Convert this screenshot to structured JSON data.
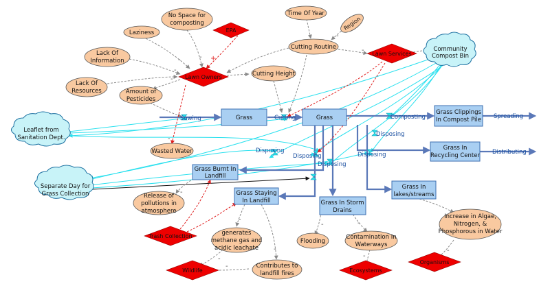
{
  "nodes": {
    "laziness": "Laziness",
    "no_space": [
      "No Space for",
      "composting"
    ],
    "epa": "EPA",
    "time_of_year": "Time Of Year",
    "region": "Region",
    "lack_info": [
      "Lack Of",
      "Information"
    ],
    "cutting_routine": "Cutting Routine",
    "lawn_services": "Lawn Services",
    "community_compost_bin": [
      "Community",
      "Compost Bin"
    ],
    "lawn_owners": "Lawn Owners",
    "lack_resources": [
      "Lack Of",
      "Resources"
    ],
    "amount_pesticides": [
      "Amount of",
      "Pesticides"
    ],
    "cutting_height": "Cutting Height",
    "leaflet": [
      "Leaflet from",
      "Sanitation Dept."
    ],
    "grass1": "Grass",
    "grass2": "Grass",
    "grass_clippings": [
      "Grass Clippings",
      "In Compost Pile"
    ],
    "grass_recycling": [
      "Grass In",
      "Recycling Center"
    ],
    "wasted_water": "Wasted Water",
    "grass_burnt": [
      "Grass Burnt In",
      "Landfill"
    ],
    "separate_day": [
      "Separate Day for",
      "Grass Collection"
    ],
    "grass_staying": [
      "Grass Staying",
      "In Landfill"
    ],
    "grass_storm": [
      "Grass In Storm",
      "Drains"
    ],
    "grass_lakes": [
      "Grass In",
      "lakes/streams"
    ],
    "release_pollutions": [
      "Release of",
      "pollutions in",
      "atmosphere"
    ],
    "trash_collection": "Trash Collection",
    "methane": [
      "generates",
      "methane gas and",
      "acidic leachate"
    ],
    "flooding": "Flooding",
    "contamination": [
      "Contamination In",
      "Waterways"
    ],
    "increase_algae": [
      "Increase in Algae,",
      "Nitrogen, &",
      "Phosphorous in Water"
    ],
    "wildlife": "Wildlife",
    "landfill_fires": [
      "Contributes to",
      "landfill fires"
    ],
    "ecosystems": "Ecosystems",
    "organisms": "Organisms"
  },
  "flows": {
    "sowing": "Sowing",
    "cutting": "Cutting",
    "composting": "Composting",
    "spreading": "Spreading",
    "distributing": "Distributing",
    "disposing_a": "Disposing",
    "disposing_b": "Disposing",
    "disposing_c": "Disposing",
    "disposing_d": "Disposing",
    "disposing_e": "Disposing"
  },
  "signs": {
    "minus": "-",
    "plus": "+"
  },
  "colors": {
    "stock_fill": "#a9cff2",
    "stock_border": "#3d6fb0",
    "flow_pipe": "#5a78b8",
    "aux_fill": "#f9c9a0",
    "aux_border": "#555555",
    "diamond_fill": "#ee0000",
    "cloud_fill": "#c8f3f8",
    "cloud_border": "#1a6fa0",
    "dashed_gray": "#8a8a8a",
    "dashed_red": "#e02020",
    "cyan_link": "#28e0ee"
  }
}
